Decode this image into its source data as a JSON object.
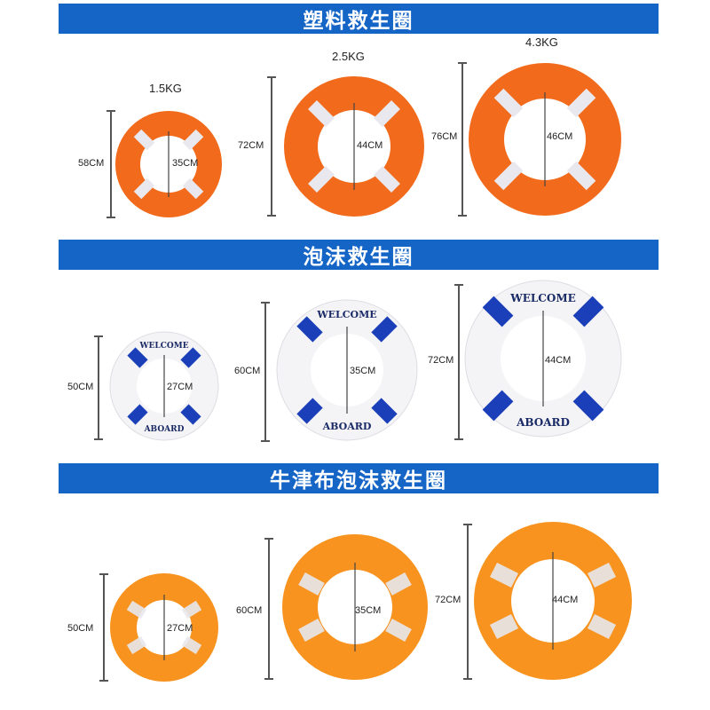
{
  "sections": [
    {
      "title": "塑料救生圈",
      "items": [
        {
          "weight": "1.5KG",
          "outer": "58CM",
          "inner": "35CM"
        },
        {
          "weight": "2.5KG",
          "outer": "72CM",
          "inner": "44CM"
        },
        {
          "weight": "4.3KG",
          "outer": "76CM",
          "inner": "46CM"
        }
      ]
    },
    {
      "title": "泡沫救生圈",
      "items": [
        {
          "outer": "50CM",
          "inner": "27CM",
          "top_text": "WELCOME",
          "bottom_text": "ABOARD"
        },
        {
          "outer": "60CM",
          "inner": "35CM",
          "top_text": "WELCOME",
          "bottom_text": "ABOARD"
        },
        {
          "outer": "72CM",
          "inner": "44CM",
          "top_text": "WELCOME",
          "bottom_text": "ABOARD"
        }
      ]
    },
    {
      "title": "牛津布泡沫救生圈",
      "items": [
        {
          "outer": "50CM",
          "inner": "27CM"
        },
        {
          "outer": "60CM",
          "inner": "35CM"
        },
        {
          "outer": "72CM",
          "inner": "44CM"
        }
      ]
    }
  ],
  "colors": {
    "banner": "#1565c7",
    "orange": "#f26a1b",
    "oxford_orange": "#f7931e",
    "foam_blue": "#1b3fb8",
    "reflective": "#e8e8ee"
  }
}
